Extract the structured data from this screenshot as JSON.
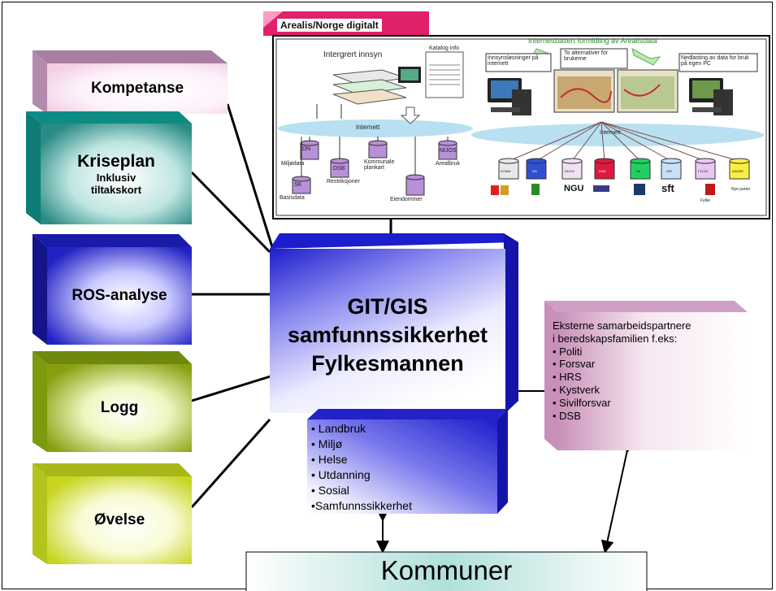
{
  "top_tab": {
    "label": "Arealis/Norge digitalt"
  },
  "left_boxes": [
    {
      "label": "Kompetanse"
    },
    {
      "label": "Kriseplan",
      "sub1": "Inklusiv",
      "sub2": "tiltakskort"
    },
    {
      "label": "ROS-analyse"
    },
    {
      "label": "Logg"
    },
    {
      "label": "Øvelse"
    }
  ],
  "center": {
    "line1": "GIT/GIS",
    "line2": "samfunnssikkerhet",
    "line3": "Fylkesmannen"
  },
  "sectors": [
    "• Landbruk",
    "• Miljø",
    "• Helse",
    "• Utdanning",
    "• Sosial",
    "•Samfunnssikkerhet"
  ],
  "external": {
    "title1": "Eksterne samarbeidspartnere",
    "title2": "i beredskapsfamilien f.eks:",
    "items": [
      "• Politi",
      "• Forsvar",
      "• HRS",
      "• Kystverk",
      "• Sivilforsvar",
      "• DSB"
    ]
  },
  "kommuner": {
    "label": "Kommuner"
  },
  "arealis": {
    "left_title": "Intergrert innsyn",
    "katalog": "Katalog info",
    "internett_left": "Internett",
    "nodes": [
      "DN",
      "Miljødata",
      "DSB",
      "Restriksjoner",
      "SK",
      "Basisdata",
      "Kommunale plankart",
      "NIJOS",
      "Arealbruk",
      "Eiendommer"
    ],
    "right_title": "Internettbasert formidling av Arealisdata",
    "innsyn": "Innsynsløsninger på internett",
    "alternativ": "To alternativer for brukerne",
    "nedlasting": "Nedlasting av data for bruk på egen PC",
    "internett_right": "Internett",
    "db_labels": [
      "KOMM",
      "DN",
      "NIJOS",
      "DSB",
      "SK",
      "DIR",
      "FYLKE",
      "ANDRE"
    ],
    "logos": [
      "NGU",
      "sft",
      "Fylke",
      "Nye parter"
    ]
  },
  "colors": {
    "kompetanse_top": "#a87fa0",
    "kriseplan_top": "#0e8c84",
    "ros_top": "#1a1aa8",
    "logg_top": "#6e8a0c",
    "ovelse_top": "#a8b81a",
    "center_blue": "#1d1dcc",
    "ext_pink": "#c890b8",
    "komm_cyan": "#a8dcd6"
  }
}
